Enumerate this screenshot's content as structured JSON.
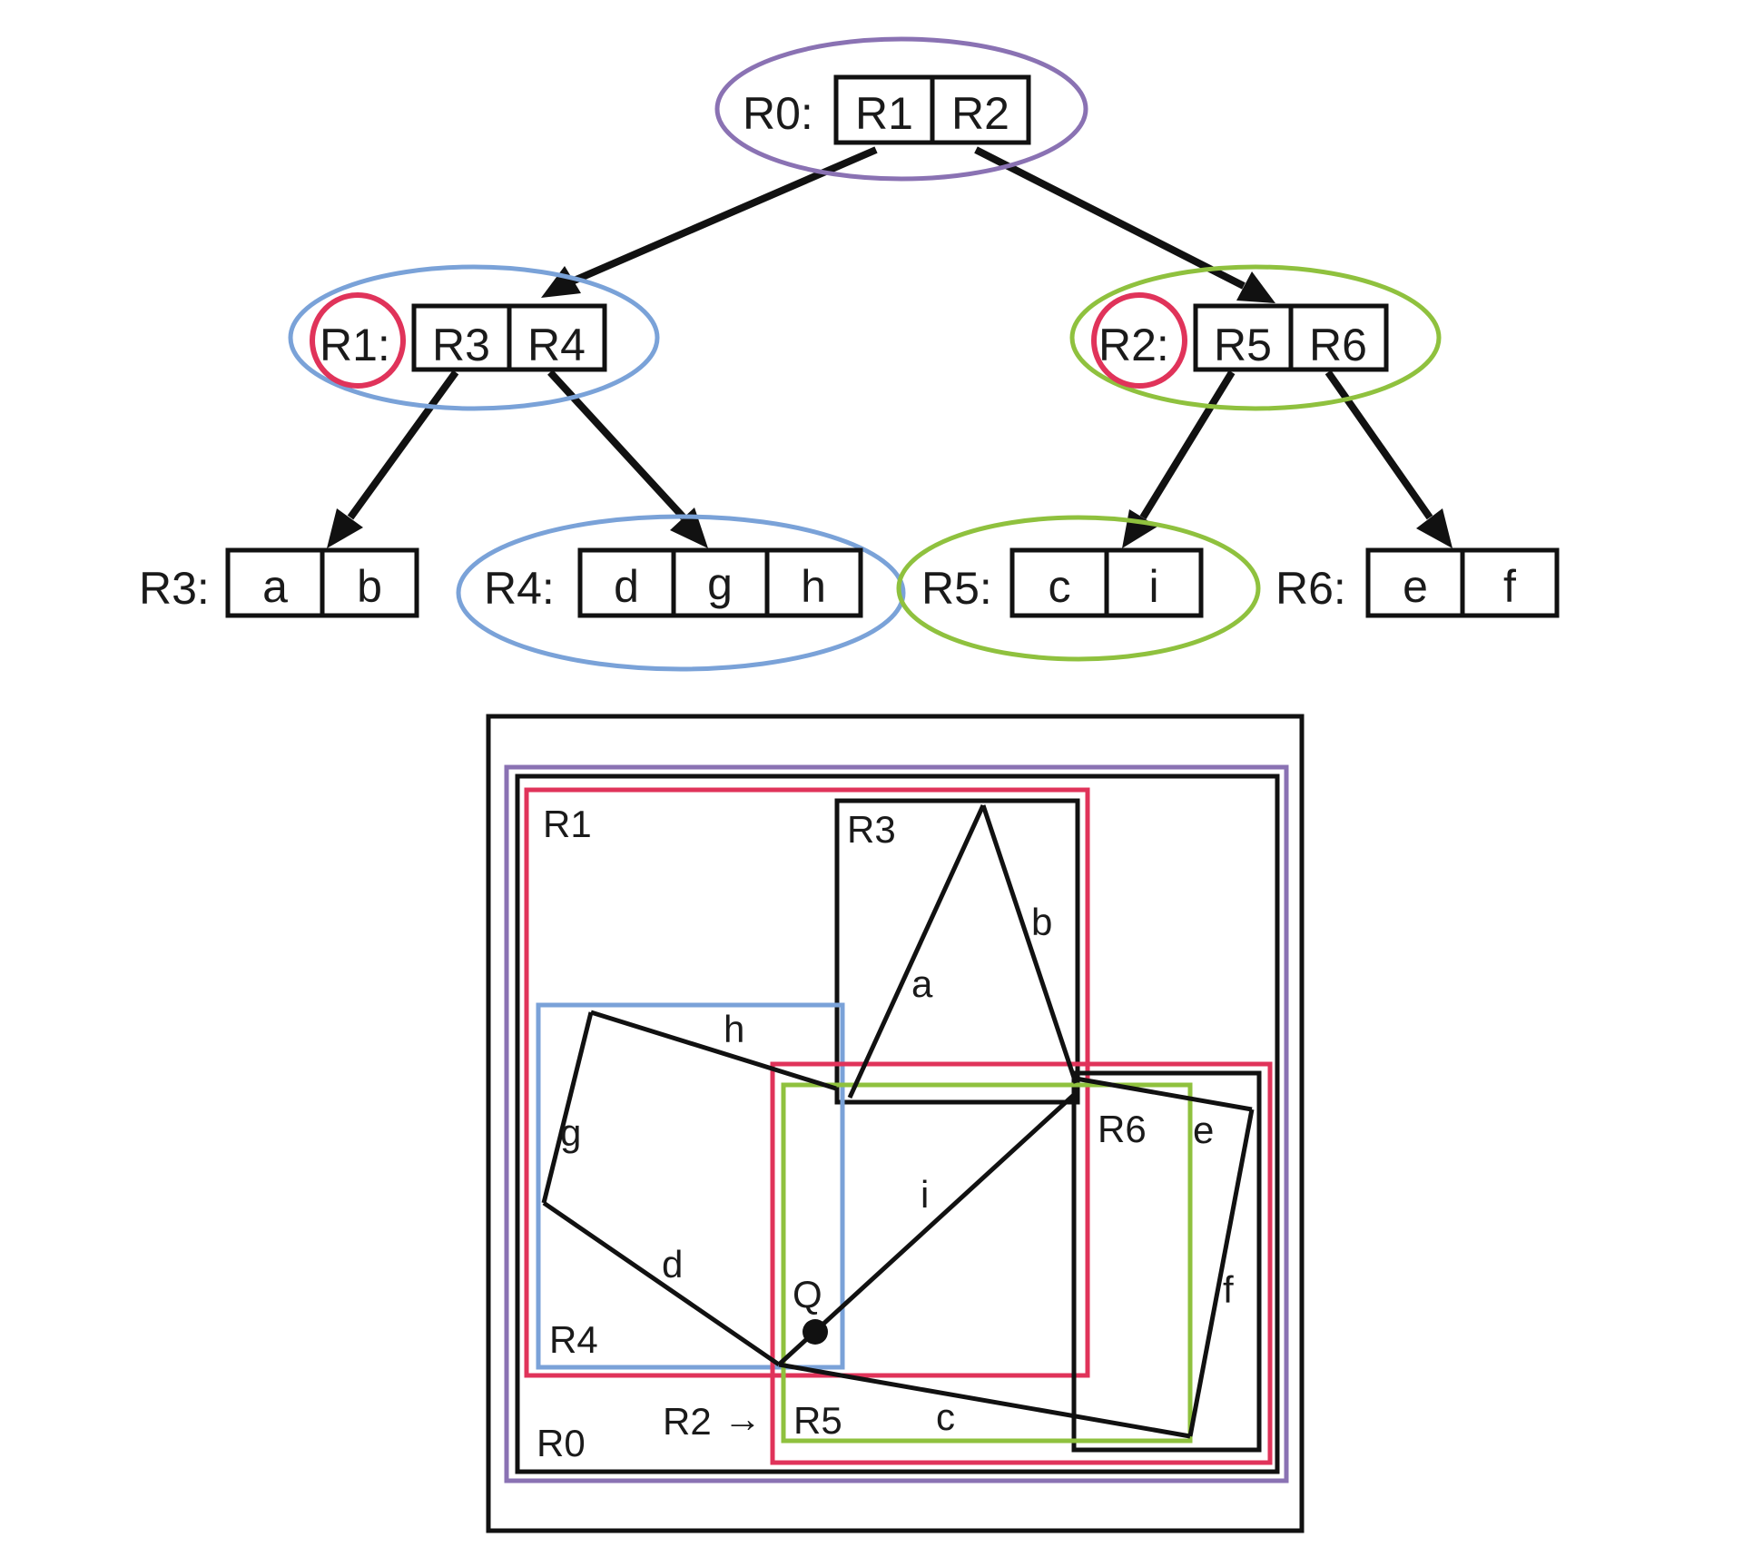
{
  "colors": {
    "purple": "#8a72b3",
    "blue": "#7aa2d8",
    "green": "#8fc13e",
    "red": "#e0335a",
    "black": "#111111"
  },
  "tree": {
    "root": {
      "label": "R0:",
      "cells": [
        "R1",
        "R2"
      ]
    },
    "level1": [
      {
        "label": "R1:",
        "cells": [
          "R3",
          "R4"
        ]
      },
      {
        "label": "R2:",
        "cells": [
          "R5",
          "R6"
        ]
      }
    ],
    "leaves": [
      {
        "label": "R3:",
        "cells": [
          "a",
          "b"
        ]
      },
      {
        "label": "R4:",
        "cells": [
          "d",
          "g",
          "h"
        ]
      },
      {
        "label": "R5:",
        "cells": [
          "c",
          "i"
        ]
      },
      {
        "label": "R6:",
        "cells": [
          "e",
          "f"
        ]
      }
    ]
  },
  "figure": {
    "rect_labels": {
      "R0": "R0",
      "R1": "R1",
      "R2": "R2",
      "R3": "R3",
      "R4": "R4",
      "R5": "R5",
      "R6": "R6"
    },
    "segment_labels": {
      "a": "a",
      "b": "b",
      "c": "c",
      "d": "d",
      "e": "e",
      "f": "f",
      "g": "g",
      "h": "h",
      "i": "i"
    },
    "query_point": "Q",
    "r2_arrow": "→"
  }
}
